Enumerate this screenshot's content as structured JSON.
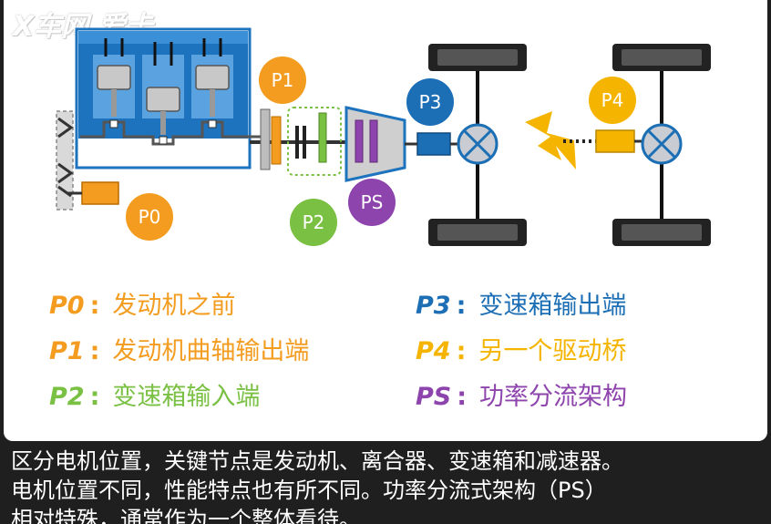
{
  "colors": {
    "p0": "#f39c1f",
    "p1": "#f39c1f",
    "p2": "#7ac043",
    "p3": "#1d6fb5",
    "p4": "#f5b400",
    "ps": "#8e44ad",
    "engine_blue": "#1e73be"
  },
  "diagram": {
    "badges": {
      "p0": "P0",
      "p1": "P1",
      "p2": "P2",
      "p3": "P3",
      "p4": "P4",
      "ps": "PS"
    },
    "icons": [
      "lightning-bolt-icon",
      "crossed-circle-differential-icon",
      "wheel-icon"
    ]
  },
  "legend": [
    {
      "key": "P0",
      "desc": "发动机之前",
      "color": "#f39c1f"
    },
    {
      "key": "P1",
      "desc": "发动机曲轴输出端",
      "color": "#f39c1f"
    },
    {
      "key": "P2",
      "desc": "变速箱输入端",
      "color": "#7ac043"
    },
    {
      "key": "P3",
      "desc": "变速箱输出端",
      "color": "#1d6fb5"
    },
    {
      "key": "P4",
      "desc": "另一个驱动桥",
      "color": "#f5b400"
    },
    {
      "key": "PS",
      "desc": "功率分流架构",
      "color": "#8e44ad"
    }
  ],
  "caption": {
    "line1": "区分电机位置，关键节点是发动机、离合器、变速箱和减速器。",
    "line2": "电机位置不同，性能特点也有所不同。功率分流式架构（PS）",
    "line3": "相对特殊，通常作为一个整体看待。"
  },
  "watermark": "X车网 爱卡"
}
